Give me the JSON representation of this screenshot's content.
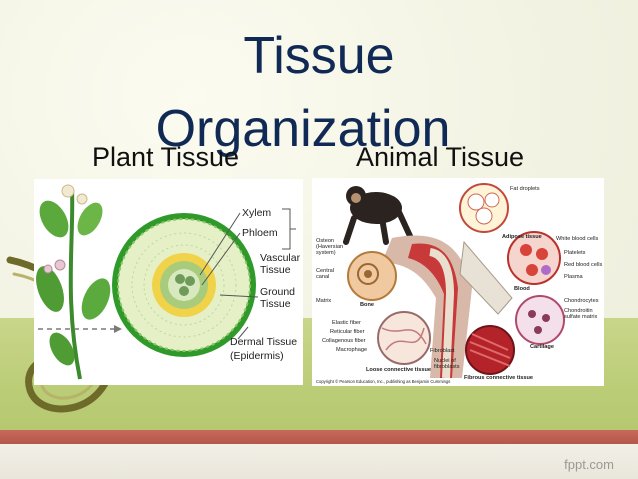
{
  "slide": {
    "title_line1": "Tissue",
    "title_line2": "Organization",
    "plant_label": "Plant Tissue",
    "animal_label": "Animal Tissue",
    "watermark": "fppt.com"
  },
  "plant_diagram": {
    "labels": {
      "xylem": "Xylem",
      "phloem": "Phloem",
      "vascular1": "Vascular",
      "vascular2": "Tissue",
      "ground1": "Ground",
      "ground2": "Tissue",
      "dermal1": "Dermal Tissue",
      "dermal2": "(Epidermis)"
    }
  },
  "animal_diagram": {
    "labels": {
      "fat_droplets": "Fat droplets",
      "adipose": "Adipose tissue",
      "wbc": "White blood cells",
      "platelets": "Platelets",
      "rbc": "Red blood cells",
      "plasma": "Plasma",
      "blood": "Blood",
      "chondrocytes": "Chondrocytes",
      "chondroitin1": "Chondroitin",
      "chondroitin2": "sulfate matrix",
      "cartilage": "Cartilage",
      "osteon1": "Osteon",
      "osteon2": "(Haversian",
      "osteon3": "system)",
      "central1": "Central",
      "central2": "canal",
      "matrix": "Matrix",
      "bone": "Bone",
      "elastic": "Elastic fiber",
      "reticular": "Reticular fiber",
      "collagenous": "Collagenous fiber",
      "macrophage": "Macrophage",
      "fibroblast": "Fibroblast",
      "nuclei1": "Nuclei of",
      "nuclei2": "fibroblasts",
      "loose": "Loose connective tissue",
      "fibrous": "Fibrous connective tissue",
      "copyright": "Copyright © Pearson Education, Inc., publishing as Benjamin Cummings"
    }
  },
  "colors": {
    "title": "#102a55",
    "band_green": "#bccd78",
    "band_red": "#b4564a"
  }
}
